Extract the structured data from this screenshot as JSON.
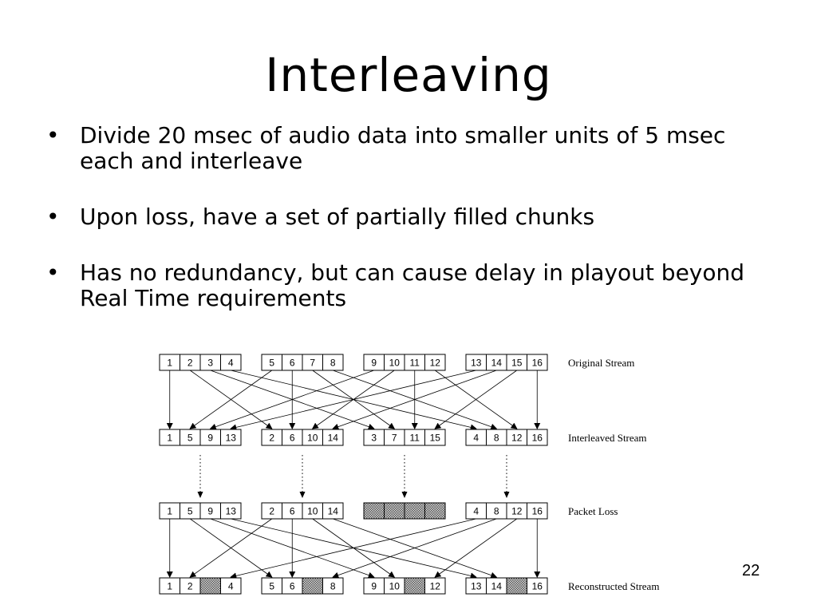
{
  "slide": {
    "title": "Interleaving",
    "bullets": [
      "Divide 20 msec of audio data into smaller units of 5 msec each and interleave",
      "Upon loss, have a set of partially filled chunks",
      "Has no redundancy, but can cause delay in playout beyond Real Time requirements"
    ],
    "bullet_symbol": "•",
    "page_number": "22"
  },
  "diagram": {
    "rows": [
      {
        "label": "Original Stream",
        "groups": [
          [
            "1",
            "2",
            "3",
            "4"
          ],
          [
            "5",
            "6",
            "7",
            "8"
          ],
          [
            "9",
            "10",
            "11",
            "12"
          ],
          [
            "13",
            "14",
            "15",
            "16"
          ]
        ]
      },
      {
        "label": "Interleaved Stream",
        "groups": [
          [
            "1",
            "5",
            "9",
            "13"
          ],
          [
            "2",
            "6",
            "10",
            "14"
          ],
          [
            "3",
            "7",
            "11",
            "15"
          ],
          [
            "4",
            "8",
            "12",
            "16"
          ]
        ]
      },
      {
        "label": "Packet Loss",
        "groups": [
          [
            "1",
            "5",
            "9",
            "13"
          ],
          [
            "2",
            "6",
            "10",
            "14"
          ],
          [
            "",
            "",
            "",
            ""
          ],
          [
            "4",
            "8",
            "12",
            "16"
          ]
        ],
        "lost_groups": [
          2
        ]
      },
      {
        "label": "Reconstructed Stream",
        "groups": [
          [
            "1",
            "2",
            "",
            "4"
          ],
          [
            "5",
            "6",
            "",
            "8"
          ],
          [
            "9",
            "10",
            "",
            "12"
          ],
          [
            "13",
            "14",
            "",
            "16"
          ]
        ]
      }
    ],
    "loss_fill_color": "#8a8a8a"
  }
}
